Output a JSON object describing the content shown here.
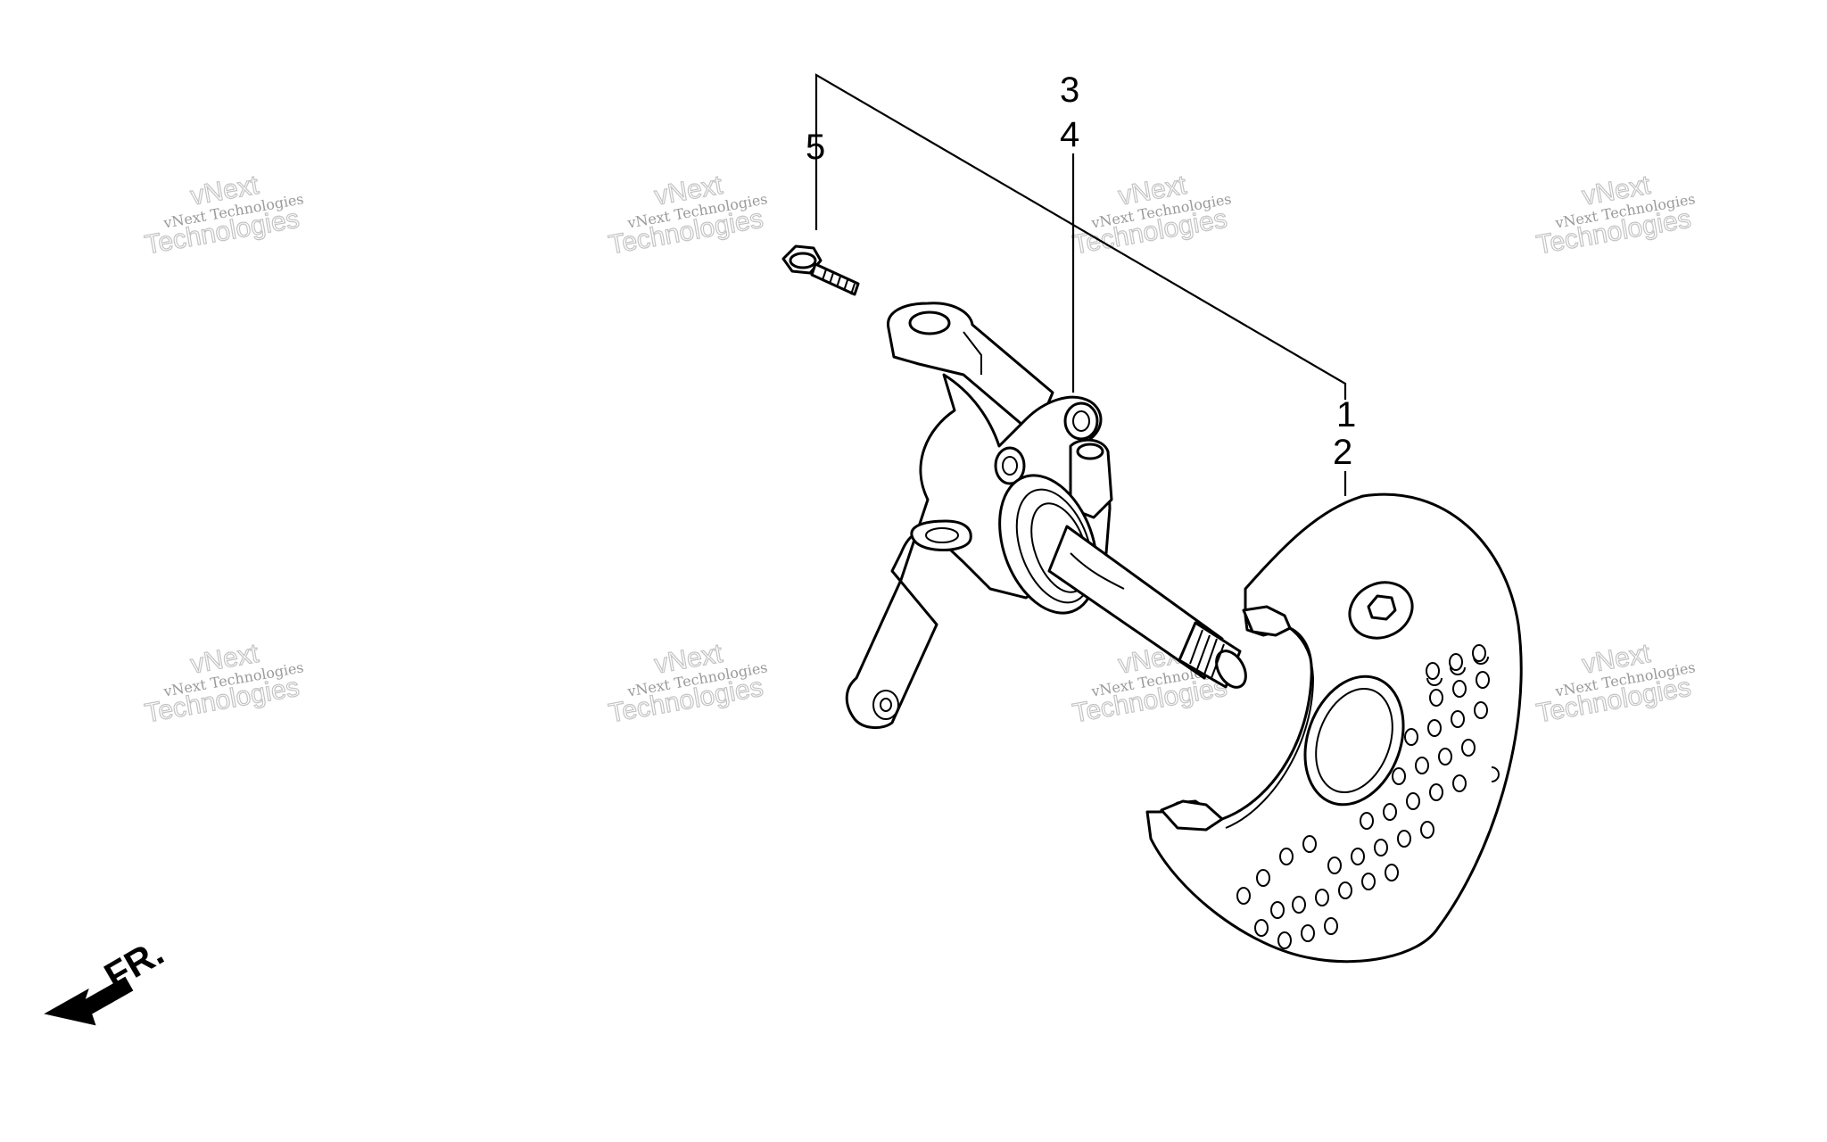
{
  "callouts": {
    "c1": "1",
    "c2": "2",
    "c3": "3",
    "c4": "4",
    "c5": "5"
  },
  "direction": {
    "label": "FR.",
    "icon": "arrow-front-icon"
  },
  "watermark": {
    "line1": "vNext",
    "line2": "vNext Technologies",
    "line3": "Technologies"
  },
  "colors": {
    "line": "#000000",
    "watermark": "#9a9a9a",
    "background": "#ffffff"
  }
}
